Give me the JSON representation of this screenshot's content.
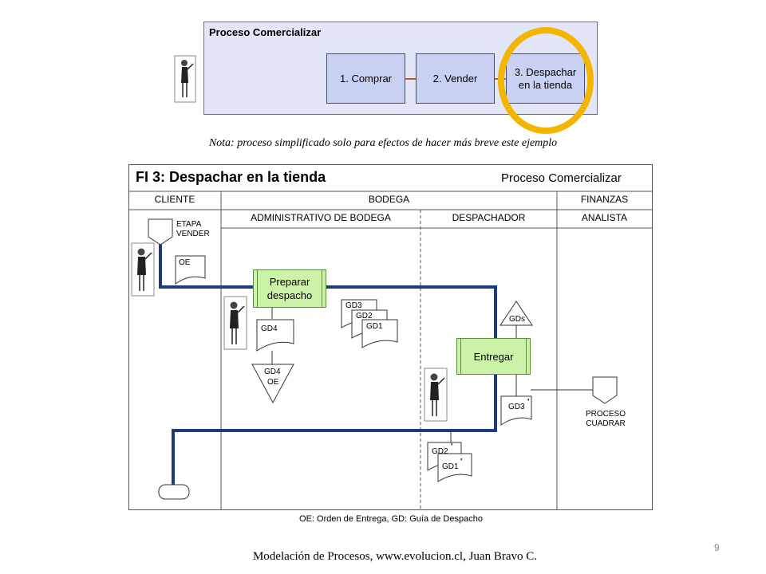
{
  "top": {
    "title": "Proceso Comercializar",
    "steps": [
      "1. Comprar",
      "2. Vender",
      "3. Despachar\nen la tienda"
    ]
  },
  "note": "Nota: proceso simplificado solo para efectos de hacer más breve este ejemplo",
  "diagram": {
    "title": "FI 3: Despachar en la tienda",
    "process": "Proceso Comercializar",
    "areas": {
      "cliente": "CLIENTE",
      "bodega": "BODEGA",
      "finanzas": "FINANZAS"
    },
    "roles": {
      "admin": "ADMINISTRATIVO DE BODEGA",
      "despachador": "DESPACHADOR",
      "analista": "ANALISTA"
    },
    "etapa": "ETAPA\nVENDER",
    "tasks": {
      "preparar": "Preparar\ndespacho",
      "entregar": "Entregar"
    },
    "proceso_cuadrar": "PROCESO\nCUADRAR",
    "docs": {
      "oe": "OE",
      "gd3": "GD3",
      "gd2": "GD2",
      "gd1": "GD1",
      "gd4": "GD4",
      "archive_gd4": "GD4",
      "archive_oe": "OE",
      "gds": "GDs",
      "gd3p": "GD3",
      "gd2p": "GD2",
      "gd1p": "GD1",
      "prime": "'"
    }
  },
  "legend": "OE: Orden de Entrega, GD: Guía de Despacho",
  "footer": "Modelación de Procesos, www.evolucion.cl, Juan Bravo C.",
  "page": "9",
  "colors": {
    "flow": "#1f3a7a",
    "highlight": "#f2b600",
    "task": "#ccf2a8",
    "step": "#c9d1f3"
  }
}
